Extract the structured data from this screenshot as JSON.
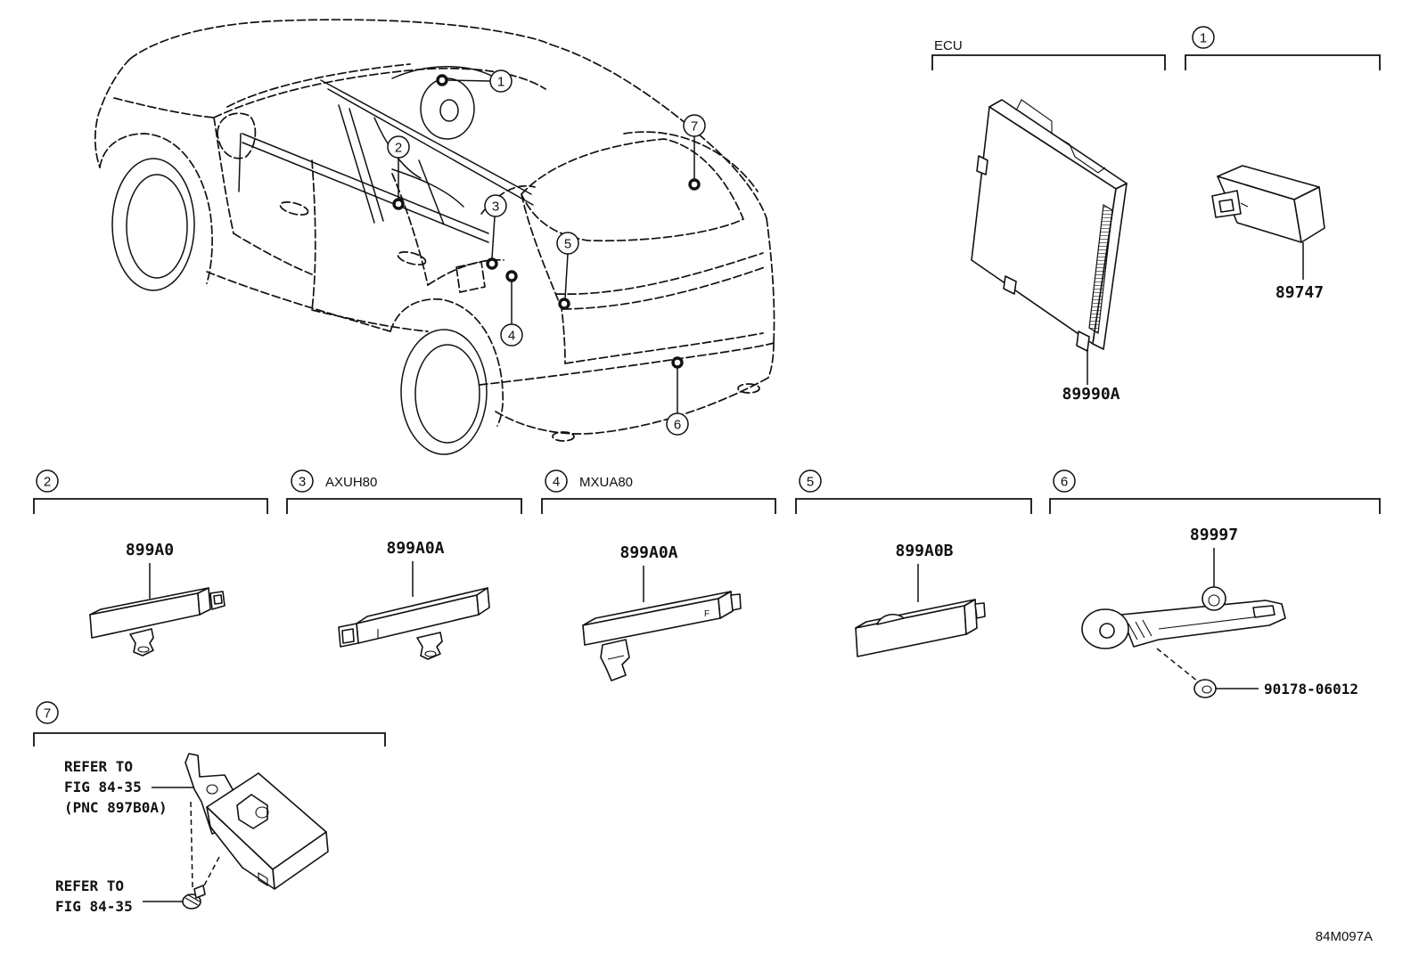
{
  "figure_code": "84M097A",
  "vehicle": {
    "callouts": [
      "1",
      "2",
      "3",
      "4",
      "5",
      "6",
      "7"
    ]
  },
  "ecu": {
    "label": "ECU",
    "part_number": "89990A"
  },
  "section_1": {
    "number": "1",
    "part_number": "89747"
  },
  "section_2": {
    "number": "2",
    "part_number": "899A0"
  },
  "section_3": {
    "number": "3",
    "model": "AXUH80",
    "part_number": "899A0A"
  },
  "section_4": {
    "number": "4",
    "model": "MXUA80",
    "part_number": "899A0A",
    "mark": "F"
  },
  "section_5": {
    "number": "5",
    "part_number": "899A0B"
  },
  "section_6": {
    "number": "6",
    "part_number": "89997",
    "fastener_part_number": "90178-06012"
  },
  "section_7": {
    "number": "7",
    "reference_upper": [
      "REFER TO",
      "FIG 84-35",
      "(PNC 897B0A)"
    ],
    "reference_lower": [
      "REFER TO",
      "FIG 84-35"
    ]
  }
}
